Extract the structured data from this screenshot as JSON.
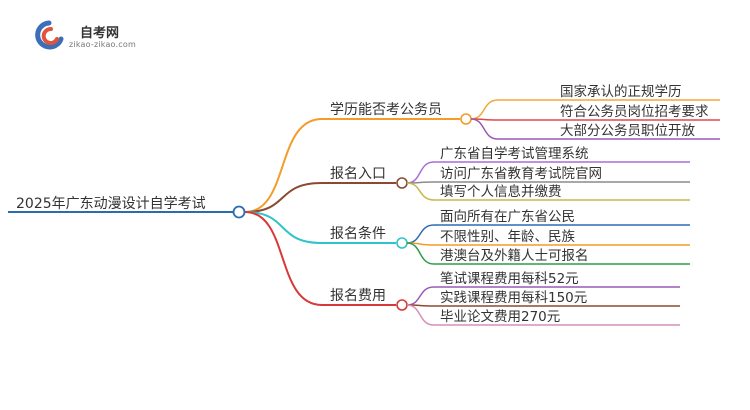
{
  "logo": {
    "title": "自考网",
    "subtitle": "zikao-zikao.com"
  },
  "mindmap": {
    "root": "2025年广东动漫设计自学考试",
    "branches": [
      {
        "label": "学历能否考公务员",
        "color": "#f39c2a",
        "leaves": [
          {
            "label": "国家承认的正规学历",
            "color": "#f0a83c"
          },
          {
            "label": "符合公务员岗位招考要求",
            "color": "#e04848"
          },
          {
            "label": "大部分公务员职位开放",
            "color": "#9b59b6"
          }
        ]
      },
      {
        "label": "报名入口",
        "color": "#8b4a2f",
        "leaves": [
          {
            "label": "广东省自学考试管理系统",
            "color": "#a96fd4"
          },
          {
            "label": "访问广东省教育考试院官网",
            "color": "#8c8c8c"
          },
          {
            "label": "填写个人信息并缴费",
            "color": "#c9b84a"
          }
        ]
      },
      {
        "label": "报名条件",
        "color": "#2ec4c9",
        "leaves": [
          {
            "label": "面向所有在广东省公民",
            "color": "#2b6cb0"
          },
          {
            "label": "不限性别、年龄、民族",
            "color": "#f39c2a"
          },
          {
            "label": "港澳台及外籍人士可报名",
            "color": "#2e9e45"
          }
        ]
      },
      {
        "label": "报名费用",
        "color": "#d93838",
        "leaves": [
          {
            "label": "笔试课程费用每科52元",
            "color": "#9b59b6"
          },
          {
            "label": "实践课程费用每科150元",
            "color": "#8b4a2f"
          },
          {
            "label": "毕业论文费用270元",
            "color": "#d98fb8"
          }
        ]
      }
    ]
  }
}
